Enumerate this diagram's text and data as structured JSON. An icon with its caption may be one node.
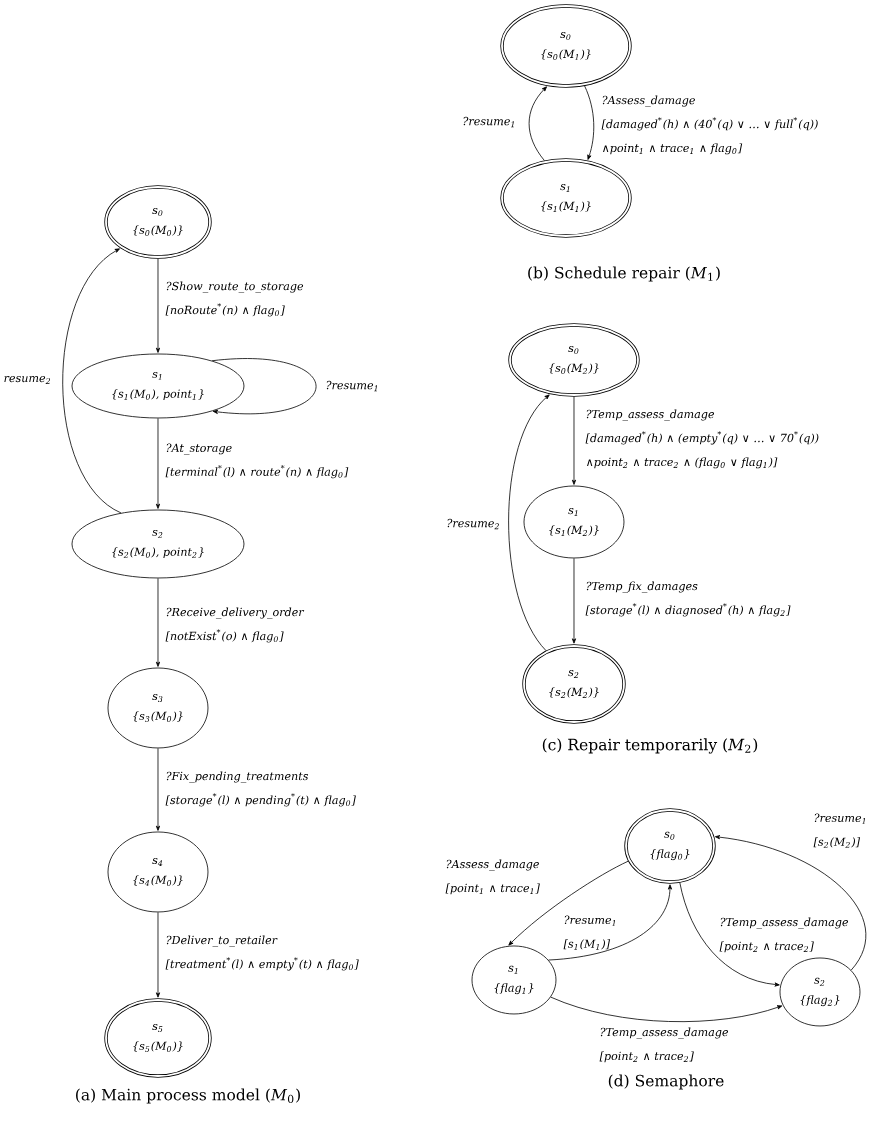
{
  "diagram": {
    "nodes": [
      {
        "text": [
          "s$_{0}$",
          "{s$_{0}$(M$_{0}$)}"
        ]
      },
      {
        "text": [
          "s$_{1}$",
          "{s$_{1}$(M$_{0}$), point$_{1}$}"
        ]
      },
      {
        "text": [
          "s$_{2}$",
          "{s$_{2}$(M$_{0}$), point$_{2}$}"
        ]
      },
      {
        "text": [
          "s$_{3}$",
          "{s$_{3}$(M$_{0}$)}"
        ]
      },
      {
        "text": [
          "s$_{4}$",
          "{s$_{4}$(M$_{0}$)}"
        ]
      },
      {
        "text": [
          "s$_{5}$",
          "{s$_{5}$(M$_{0}$)}"
        ]
      },
      {
        "text": [
          "s$_{0}$",
          "{s$_{0}$(M$_{1}$)}"
        ]
      },
      {
        "text": [
          "s$_{1}$",
          "{s$_{1}$(M$_{1}$)}"
        ]
      },
      {
        "text": [
          "s$_{0}$",
          "{s$_{0}$(M$_{2}$)}"
        ]
      },
      {
        "text": [
          "s$_{1}$",
          "{s$_{1}$(M$_{2}$)}"
        ]
      },
      {
        "text": [
          "s$_{2}$",
          "{s$_{2}$(M$_{2}$)}"
        ]
      },
      {
        "text": [
          "s$_{0}$",
          "{flag$_{0}$}"
        ]
      },
      {
        "text": [
          "s$_{1}$",
          "{flag$_{1}$}"
        ]
      },
      {
        "text": [
          "s$_{2}$",
          "{flag$_{2}$}"
        ]
      }
    ],
    "edges": [
      {
        "from": 0,
        "to": 1,
        "arrow": "to",
        "label": "?Show_route_to_storage [noRoute$^{*}$(n) ∧ flag$_{0}$]"
      },
      {
        "from": 1,
        "to": 1,
        "arrow": "to",
        "label": "?resume$_{1}$"
      },
      {
        "from": 1,
        "to": 2,
        "arrow": "to",
        "label": "?At_storage [terminal$^{*}$(l) ∧ route$^{*}$(n) ∧ flag$_{0}$]"
      },
      {
        "from": 2,
        "to": 0,
        "arrow": "to",
        "label": "resume$_{2}$"
      },
      {
        "from": 2,
        "to": 3,
        "arrow": "to",
        "label": "?Receive_delivery_order [notExist$^{*}$(o) ∧ flag$_{0}$]"
      },
      {
        "from": 3,
        "to": 4,
        "arrow": "to",
        "label": "?Fix_pending_treatments [storage$^{*}$(l) ∧ pending$^{*}$(t) ∧ flag$_{0}$]"
      },
      {
        "from": 4,
        "to": 5,
        "arrow": "to",
        "label": "?Deliver_to_retailer [treatment$^{*}$(l) ∧ empty$^{*}$(t) ∧ flag$_{0}$]"
      },
      {
        "from": 6,
        "to": 7,
        "arrow": "to",
        "label": "?Assess_damage [damaged$^{*}$(h) ∧ (40$^{*}$(q) ∨ … ∨ full$^{*}$(q)) ∧point$_{1}$ ∧ trace$_{1}$ ∧ flag$_{0}$]"
      },
      {
        "from": 7,
        "to": 6,
        "arrow": "to",
        "label": "?resume$_{1}$"
      },
      {
        "from": 8,
        "to": 9,
        "arrow": "to",
        "label": "?Temp_assess_damage [damaged$^{*}$(h) ∧ (empty$^{*}$(q) ∨ … ∨ 70$^{*}$(q)) ∧point$_{2}$ ∧ trace$_{2}$ ∧ (flag$_{0}$ ∨ flag$_{1}$)]"
      },
      {
        "from": 9,
        "to": 10,
        "arrow": "to",
        "label": "?Temp_fix_damages [storage$^{*}$(l) ∧ diagnosed$^{*}$(h) ∧ flag$_{2}$]"
      },
      {
        "from": 10,
        "to": 8,
        "arrow": "to",
        "label": "?resume$_{2}$"
      },
      {
        "from": 11,
        "to": 12,
        "arrow": "to",
        "label": "?Assess_damage [point$_{1}$ ∧ trace$_{1}$]"
      },
      {
        "from": 12,
        "to": 11,
        "arrow": "to",
        "label": "?resume$_{1}$ [s$_{1}$(M$_{1}$)]"
      },
      {
        "from": 11,
        "to": 13,
        "arrow": "to",
        "label": "?Temp_assess_damage [point$_{2}$ ∧ trace$_{2}$]"
      },
      {
        "from": 13,
        "to": 11,
        "arrow": "to",
        "label": "?resume$_{1}$ [s$_{2}$(M$_{2}$)]"
      },
      {
        "from": 12,
        "to": 13,
        "arrow": "to",
        "label": "?Temp_assess_damage [point$_{2}$ ∧ trace$_{2}$]"
      }
    ],
    "labels": [
      "(a) Main process model (*M*$_{0}$)",
      "(b) Schedule repair (*M*$_{1}$)",
      "(c) Repair temporarily (*M*$_{2}$)",
      "(d) Semaphore"
    ]
  }
}
